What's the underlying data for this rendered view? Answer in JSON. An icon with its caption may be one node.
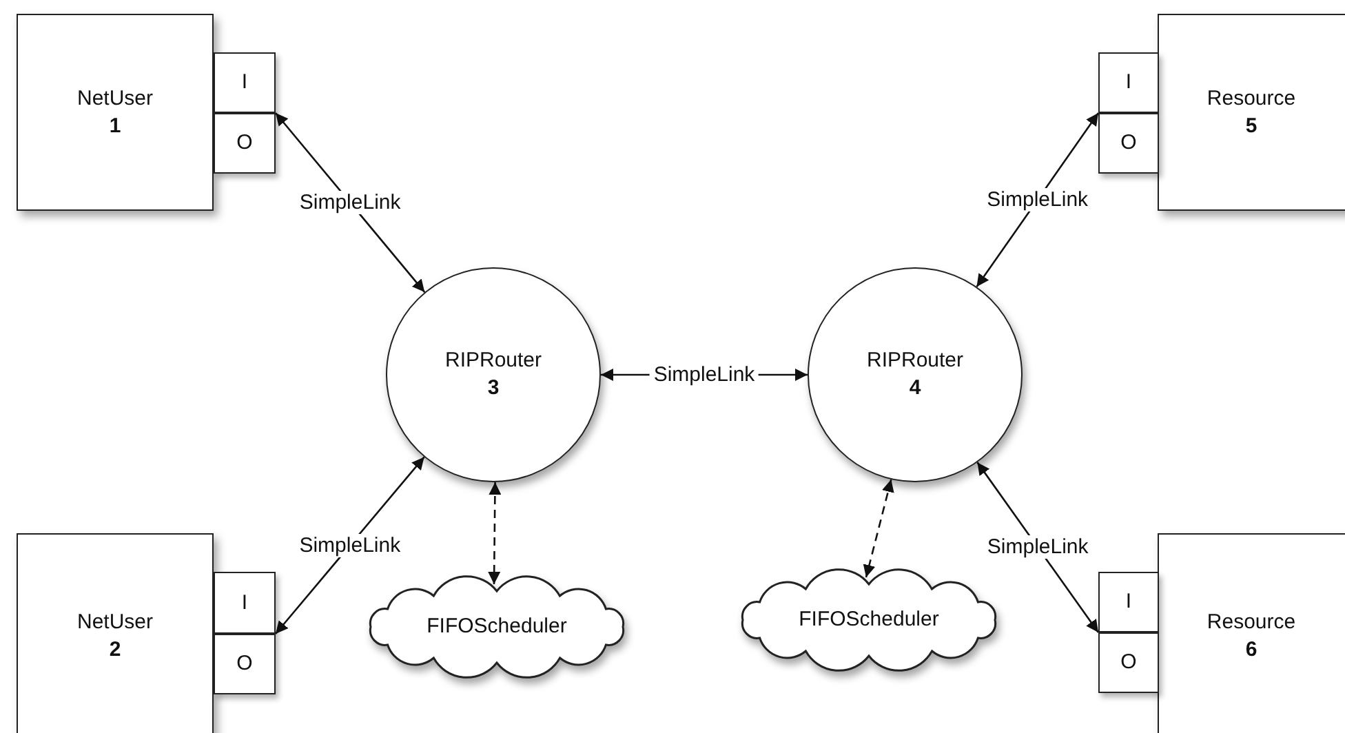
{
  "diagram": {
    "nodes": [
      {
        "text": [
          "NetUser",
          "1"
        ]
      },
      {
        "text": [
          "I"
        ]
      },
      {
        "text": [
          "O"
        ]
      },
      {
        "text": [
          "Resource",
          "5"
        ]
      },
      {
        "text": [
          "I"
        ]
      },
      {
        "text": [
          "O"
        ]
      },
      {
        "text": [
          "RIPRouter",
          "3"
        ]
      },
      {
        "text": [
          "RIPRouter",
          "4"
        ]
      },
      {
        "text": [
          "NetUser",
          "2"
        ]
      },
      {
        "text": [
          "I"
        ]
      },
      {
        "text": [
          "O"
        ]
      },
      {
        "text": [
          "FIFOScheduler"
        ]
      },
      {
        "text": [
          "FIFOScheduler"
        ]
      },
      {
        "text": [
          "Resource",
          "6"
        ]
      },
      {
        "text": [
          "I"
        ]
      },
      {
        "text": [
          "O"
        ]
      }
    ],
    "edges": [
      {
        "from": 2,
        "to": 6,
        "arrow": "both",
        "label": "SimpleLink"
      },
      {
        "from": 5,
        "to": 7,
        "arrow": "both",
        "label": "SimpleLink"
      },
      {
        "from": 6,
        "to": 7,
        "arrow": "both",
        "label": "SimpleLink"
      },
      {
        "from": 9,
        "to": 6,
        "arrow": "both",
        "label": "SimpleLink"
      },
      {
        "from": 14,
        "to": 7,
        "arrow": "both",
        "label": "SimpleLink"
      },
      {
        "from": 6,
        "to": 11,
        "arrow": "both",
        "style": "dashed"
      },
      {
        "from": 7,
        "to": 12,
        "arrow": "both",
        "style": "dashed"
      }
    ]
  }
}
